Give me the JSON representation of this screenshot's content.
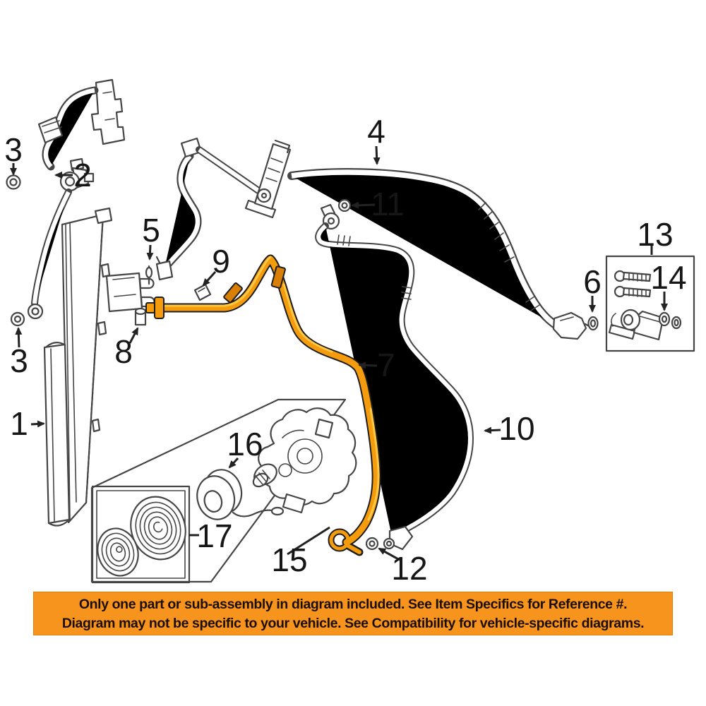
{
  "diagram": {
    "kind": "ac-refrigerant-hose-exploded-parts-diagram",
    "callouts": {
      "c1": "1",
      "c2": "2",
      "c3": "3",
      "c4": "4",
      "c5": "5",
      "c6": "6",
      "c7": "7",
      "c8": "8",
      "c9": "9",
      "c10": "10",
      "c11": "11",
      "c12": "12",
      "c13": "13",
      "c14": "14",
      "c15": "15",
      "c16": "16",
      "c17": "17"
    }
  },
  "banner": {
    "line1": "Only one part or sub-assembly in diagram included. See Item Specifics for Reference #.",
    "line2": "Diagram may not be specific to your vehicle. See Compatibility for vehicle-specific diagrams."
  },
  "colors": {
    "highlight_hose": "#F49C0E",
    "highlight_hose_light": "#FFC844",
    "banner_bg": "#F7941E",
    "banner_text": "#1c0e00",
    "line_art": "#454545"
  }
}
